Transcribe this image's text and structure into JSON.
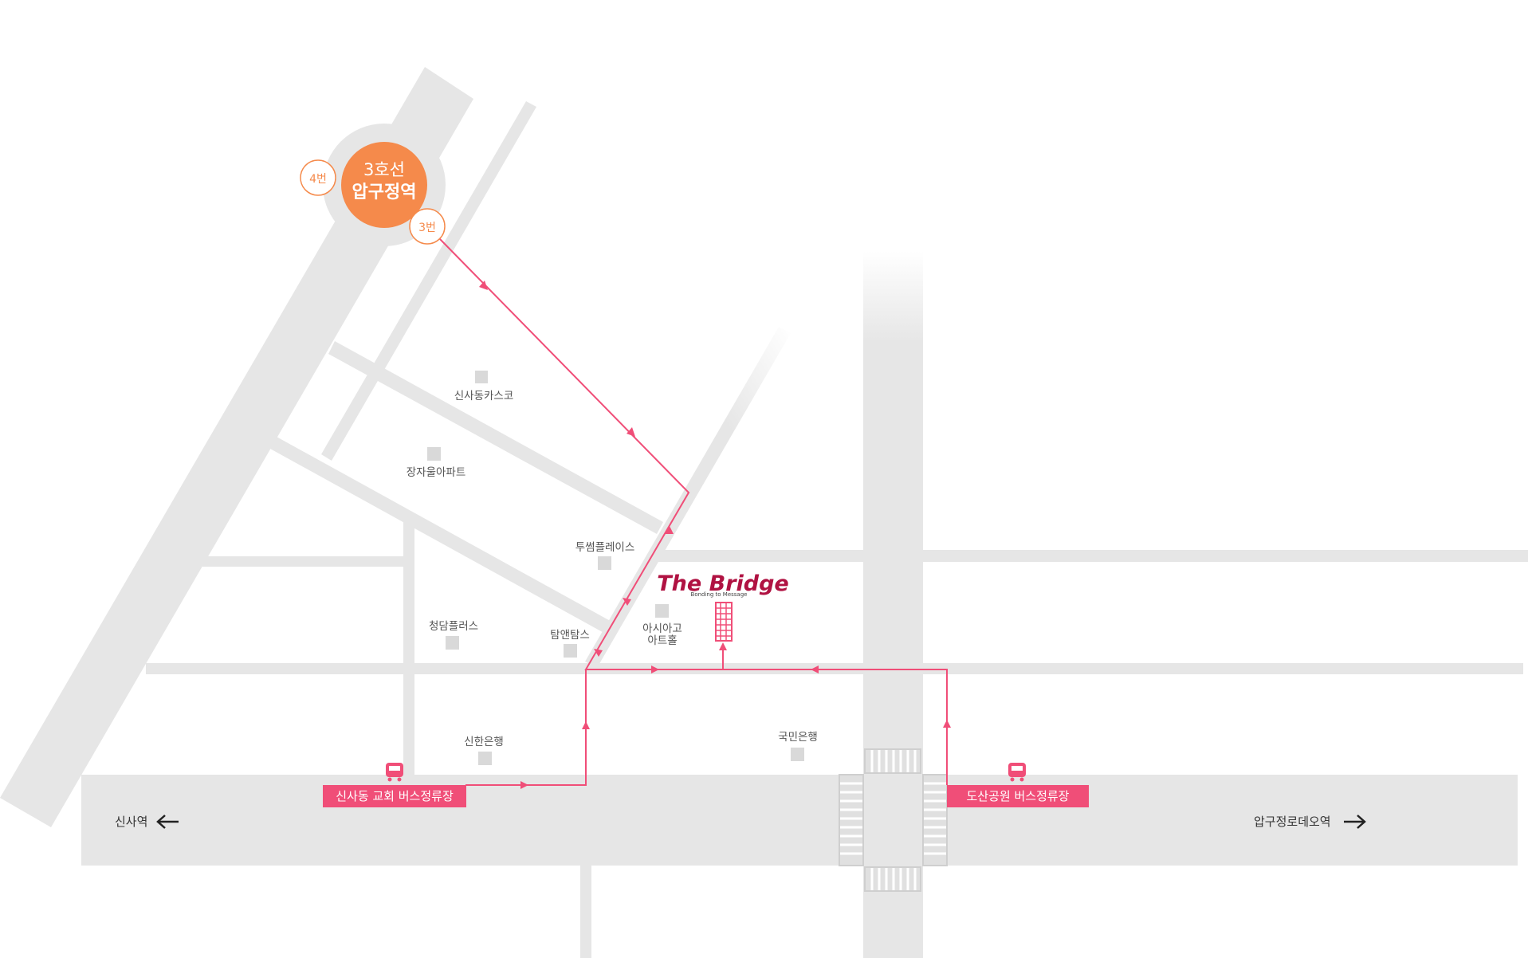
{
  "station": {
    "line": "3호선",
    "name": "압구정역",
    "exit_left": "4번",
    "exit_right": "3번",
    "color": "#F58A4B"
  },
  "brand": {
    "logo_text": "The Bridge",
    "tagline": "Bonding to Message",
    "color": "#B01242"
  },
  "route_color": "#F04E78",
  "landmarks": {
    "sinsadong_caskco": "신사동카스코",
    "jangja_apt": "장자울아파트",
    "tusum_place": "투썸플레이스",
    "cheongdam_plus": "청담플러스",
    "tom_n_toms": "탐앤탐스",
    "asiago_arthall_l1": "아시아고",
    "asiago_arthall_l2": "아트홀",
    "shinhan_bank": "신한은행",
    "kookmin_bank": "국민은행"
  },
  "bus_stops": {
    "left": "신사동 교회 버스정류장",
    "right": "도산공원 버스정류장"
  },
  "directions": {
    "left": "신사역",
    "right": "압구정로데오역",
    "left_arrow_icon": "arrow-left-icon",
    "right_arrow_icon": "arrow-right-icon"
  }
}
